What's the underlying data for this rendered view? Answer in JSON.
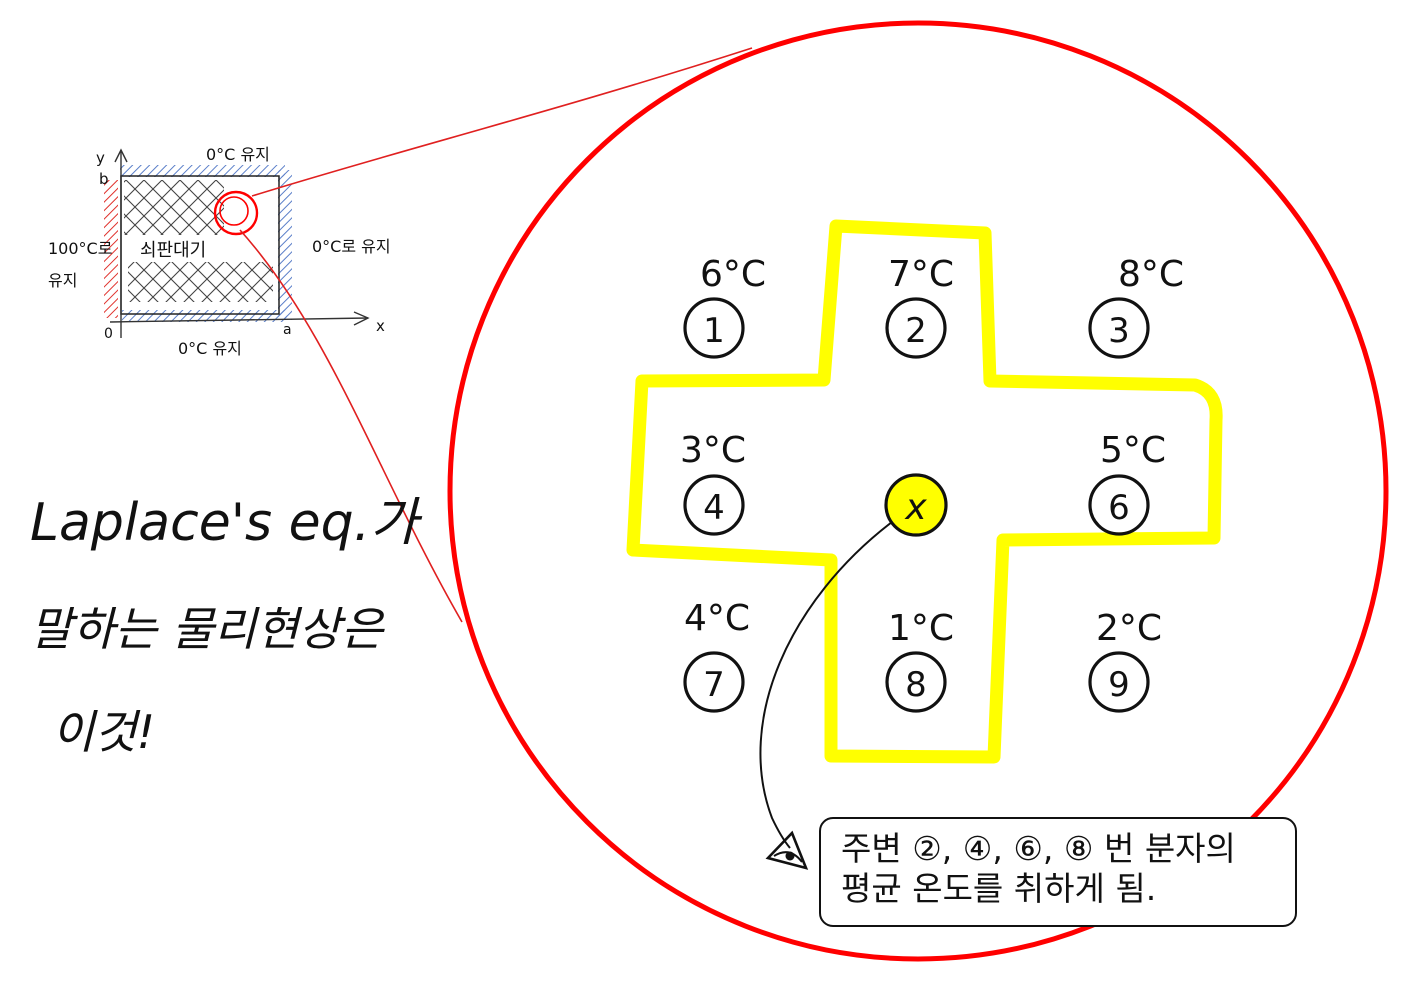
{
  "colors": {
    "zoom_circle": "#ff0000",
    "highlight": "#ffff00",
    "ink": "#111111",
    "insulated_hatch": "#5b7fc9",
    "hot_edge_hatch": "#e0302b"
  },
  "plate_sketch": {
    "axis_y": "y",
    "axis_x": "x",
    "corner_b": "b",
    "corner_a": "a",
    "origin": "0",
    "top_edge": "0°C 유지",
    "right_edge": "0°C로 유지",
    "left_edge_line1": "100°C로",
    "left_edge_line2": "유지",
    "bottom_edge": "0°C 유지",
    "plate_label": "쇠판대기"
  },
  "handwritten_note": {
    "line1": "Laplace's eq.가",
    "line2": "말하는 물리현상은",
    "line3": "이것!"
  },
  "grid": {
    "center_label": "x",
    "nodes": [
      {
        "number": "1",
        "temp": "6°C"
      },
      {
        "number": "2",
        "temp": "7°C"
      },
      {
        "number": "3",
        "temp": "8°C"
      },
      {
        "number": "4",
        "temp": "3°C"
      },
      {
        "number": "6",
        "temp": "5°C"
      },
      {
        "number": "7",
        "temp": "4°C"
      },
      {
        "number": "8",
        "temp": "1°C"
      },
      {
        "number": "9",
        "temp": "2°C"
      }
    ]
  },
  "callout": {
    "pointer_icon": "eye-icon",
    "line1": "주변 ②, ④, ⑥, ⑧ 번 분자의",
    "line2": "평균 온도를 취하게 됨."
  }
}
